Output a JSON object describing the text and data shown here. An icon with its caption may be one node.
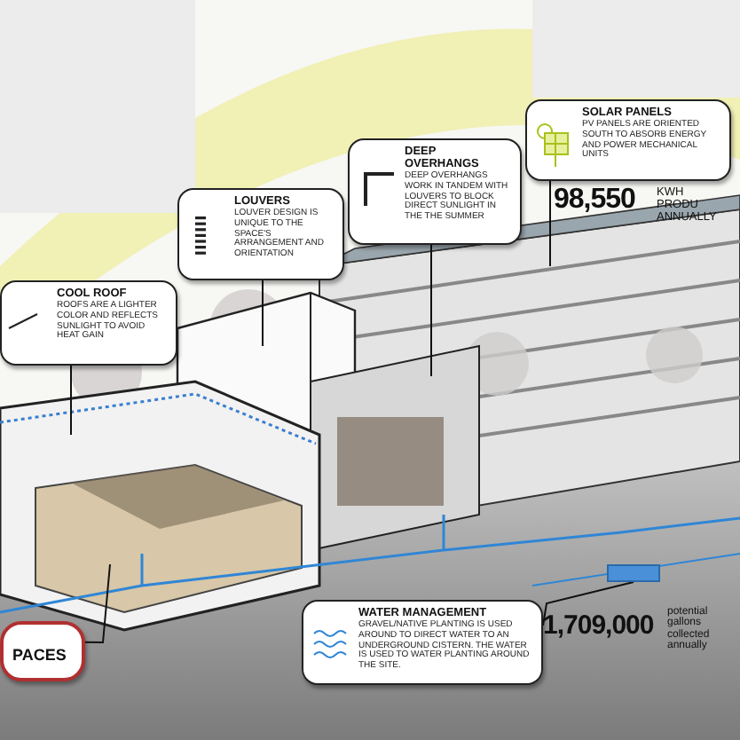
{
  "diagram": {
    "nodes": [
      {
        "text": [
          "COOL ROOF",
          "ROOFS ARE A LIGHTER COLOR AND REFLECTS SUNLIGHT TO AVOID HEAT GAIN"
        ]
      },
      {
        "text": [
          "LOUVERS",
          "LOUVER DESIGN IS UNIQUE TO THE SPACE'S ARRANGEMENT AND ORIENTATION"
        ]
      },
      {
        "text": [
          "DEEP OVERHANGS",
          "DEEP OVERHANGS WORK IN TANDEM WITH LOUVERS TO BLOCK DIRECT SUNLIGHT IN THE THE SUMMER"
        ]
      },
      {
        "text": [
          "SOLAR PANELS",
          "PV PANELS ARE ORIENTED SOUTH TO ABSORB ENERGY AND POWER MECHANICAL UNITS"
        ]
      },
      {
        "text": [
          "WATER MANAGEMENT",
          "GRAVEL/NATIVE PLANTING IS USED AROUND TO DIRECT WATER TO AN UNDERGROUND CISTERN. THE WATER IS USED TO WATER PLANTING AROUND THE SITE."
        ]
      },
      {
        "text": [
          "PACES"
        ]
      },
      {
        "text": [],
        "shape": "box"
      }
    ],
    "edges": [
      {
        "from": 0,
        "to": null,
        "arrow": "none"
      },
      {
        "from": 1,
        "to": null,
        "arrow": "none"
      },
      {
        "from": 2,
        "to": null,
        "arrow": "none"
      },
      {
        "from": 3,
        "to": null,
        "arrow": "none"
      },
      {
        "from": 4,
        "to": 6,
        "arrow": "none"
      },
      {
        "from": 5,
        "to": null,
        "arrow": "none"
      }
    ],
    "labels": [
      "98,550",
      "KWH PRODU ANNUALLY",
      "1,709,000",
      "potential gallons collected annually"
    ]
  }
}
